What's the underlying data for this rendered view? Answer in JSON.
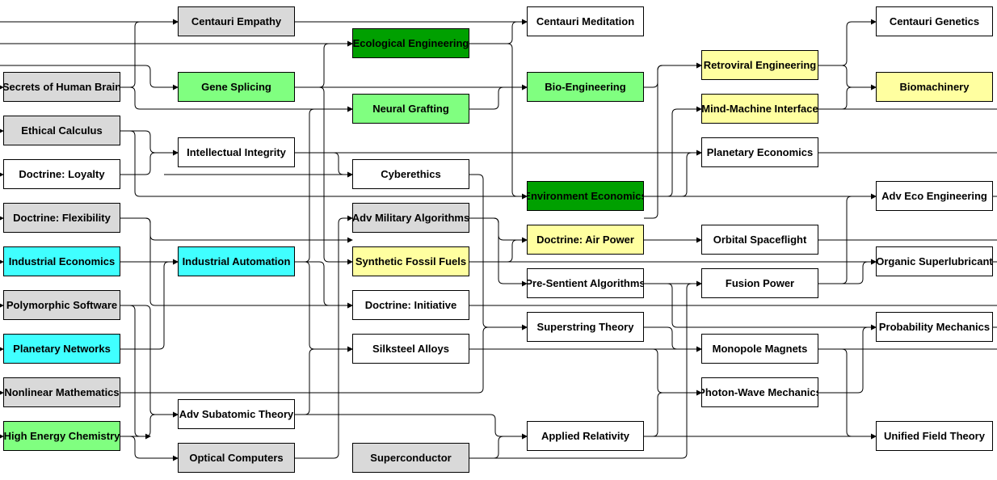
{
  "colors": {
    "gray": "#d9d9d9",
    "green": "#80ff80",
    "dark_green": "#00a000",
    "yellow": "#ffffa0",
    "cyan": "#40ffff",
    "white": "#ffffff"
  },
  "nodes": {
    "secrets_of_human_brain": {
      "label": "Secrets of Human Brain",
      "color": "gray"
    },
    "ethical_calculus": {
      "label": "Ethical Calculus",
      "color": "gray"
    },
    "doctrine_loyalty": {
      "label": "Doctrine: Loyalty",
      "color": "white"
    },
    "doctrine_flexibility": {
      "label": "Doctrine: Flexibility",
      "color": "gray"
    },
    "industrial_economics": {
      "label": "Industrial Economics",
      "color": "cyan"
    },
    "polymorphic_software": {
      "label": "Polymorphic Software",
      "color": "gray"
    },
    "planetary_networks": {
      "label": "Planetary Networks",
      "color": "cyan"
    },
    "nonlinear_mathematics": {
      "label": "Nonlinear Mathematics",
      "color": "gray"
    },
    "high_energy_chemistry": {
      "label": "High Energy Chemistry",
      "color": "green"
    },
    "centauri_empathy": {
      "label": "Centauri Empathy",
      "color": "gray"
    },
    "gene_splicing": {
      "label": "Gene Splicing",
      "color": "green"
    },
    "intellectual_integrity": {
      "label": "Intellectual Integrity",
      "color": "white"
    },
    "industrial_automation": {
      "label": "Industrial Automation",
      "color": "cyan"
    },
    "adv_subatomic_theory": {
      "label": "Adv Subatomic Theory",
      "color": "white"
    },
    "optical_computers": {
      "label": "Optical Computers",
      "color": "gray"
    },
    "ecological_engineering": {
      "label": "Ecological Engineering",
      "color": "dark_green"
    },
    "neural_grafting": {
      "label": "Neural Grafting",
      "color": "green"
    },
    "cyberethics": {
      "label": "Cyberethics",
      "color": "white"
    },
    "adv_military_algorithms": {
      "label": "Adv Military Algorithms",
      "color": "gray"
    },
    "synthetic_fossil_fuels": {
      "label": "Synthetic Fossil Fuels",
      "color": "yellow"
    },
    "doctrine_initiative": {
      "label": "Doctrine: Initiative",
      "color": "white"
    },
    "silksteel_alloys": {
      "label": "Silksteel Alloys",
      "color": "white"
    },
    "superconductor": {
      "label": "Superconductor",
      "color": "gray"
    },
    "centauri_meditation": {
      "label": "Centauri Meditation",
      "color": "white"
    },
    "bio_engineering": {
      "label": "Bio-Engineering",
      "color": "green"
    },
    "environment_economics": {
      "label": "Environment Economics",
      "color": "dark_green"
    },
    "doctrine_air_power": {
      "label": "Doctrine: Air Power",
      "color": "yellow"
    },
    "pre_sentient_algorithms": {
      "label": "Pre-Sentient Algorithms",
      "color": "white"
    },
    "superstring_theory": {
      "label": "Superstring Theory",
      "color": "white"
    },
    "applied_relativity": {
      "label": "Applied Relativity",
      "color": "white"
    },
    "retroviral_engineering": {
      "label": "Retroviral Engineering",
      "color": "yellow"
    },
    "mind_machine_interface": {
      "label": "Mind-Machine Interface",
      "color": "yellow"
    },
    "planetary_economics": {
      "label": "Planetary Economics",
      "color": "white"
    },
    "orbital_spaceflight": {
      "label": "Orbital Spaceflight",
      "color": "white"
    },
    "fusion_power": {
      "label": "Fusion Power",
      "color": "white"
    },
    "monopole_magnets": {
      "label": "Monopole Magnets",
      "color": "white"
    },
    "photon_wave_mechanics": {
      "label": "Photon-Wave Mechanics",
      "color": "white"
    },
    "centauri_genetics": {
      "label": "Centauri Genetics",
      "color": "white"
    },
    "biomachinery": {
      "label": "Biomachinery",
      "color": "yellow"
    },
    "adv_eco_engineering": {
      "label": "Adv Eco Engineering",
      "color": "white"
    },
    "organic_superlubricant": {
      "label": "Organic Superlubricant",
      "color": "white"
    },
    "probability_mechanics": {
      "label": "Probability Mechanics",
      "color": "white"
    },
    "unified_field_theory": {
      "label": "Unified Field Theory",
      "color": "white"
    }
  }
}
